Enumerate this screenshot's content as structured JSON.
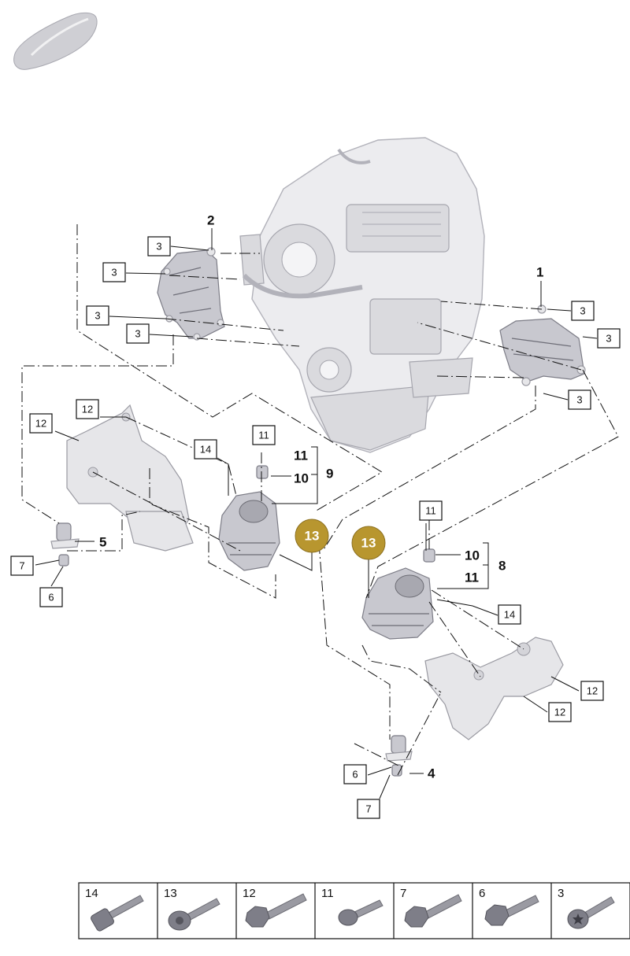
{
  "callouts": {
    "part_1": "1",
    "part_2": "2",
    "part_3": "3",
    "part_4": "4",
    "part_5": "5",
    "part_6": "6",
    "part_7": "7",
    "part_8": "8",
    "part_9": "9",
    "part_10": "10",
    "part_11": "11",
    "part_12": "12",
    "part_13": "13",
    "part_14": "14"
  },
  "legend": {
    "cells": [
      {
        "label": "14",
        "icon": "long-hex-socket-bolt-icon"
      },
      {
        "label": "13",
        "icon": "flanged-socket-bolt-icon"
      },
      {
        "label": "12",
        "icon": "hex-flange-bolt-icon"
      },
      {
        "label": "11",
        "icon": "short-flange-bolt-icon"
      },
      {
        "label": "7",
        "icon": "hex-flange-bolt-icon"
      },
      {
        "label": "6",
        "icon": "hex-flange-bolt-icon"
      },
      {
        "label": "3",
        "icon": "torx-socket-bolt-icon"
      }
    ]
  },
  "colors": {
    "highlight": "#b8962f",
    "part_fill": "#e6e6e9",
    "outline": "#111111"
  },
  "icons": {
    "vehicle": "car-silhouette-icon"
  }
}
